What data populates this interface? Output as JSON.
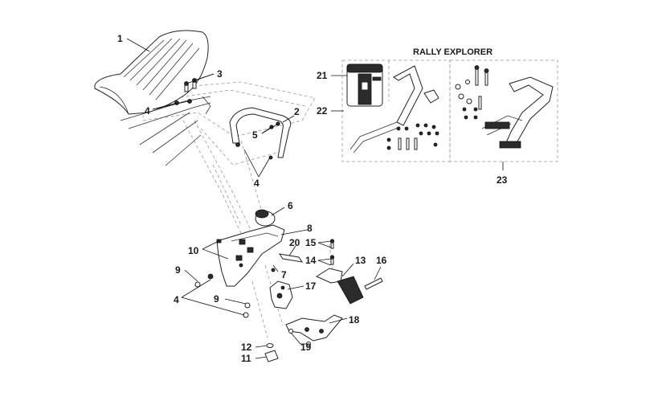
{
  "diagram": {
    "group_title": "RALLY EXPLORER",
    "callouts": {
      "c1": "1",
      "c2": "2",
      "c3": "3",
      "c4a": "4",
      "c4b": "4",
      "c4c": "4",
      "c5": "5",
      "c6": "6",
      "c7": "7",
      "c8": "8",
      "c9a": "9",
      "c9b": "9",
      "c10": "10",
      "c11": "11",
      "c12": "12",
      "c13": "13",
      "c14": "14",
      "c15": "15",
      "c16": "16",
      "c17": "17",
      "c18": "18",
      "c19": "19",
      "c20": "20",
      "c21": "21",
      "c22": "22",
      "c23": "23"
    }
  }
}
